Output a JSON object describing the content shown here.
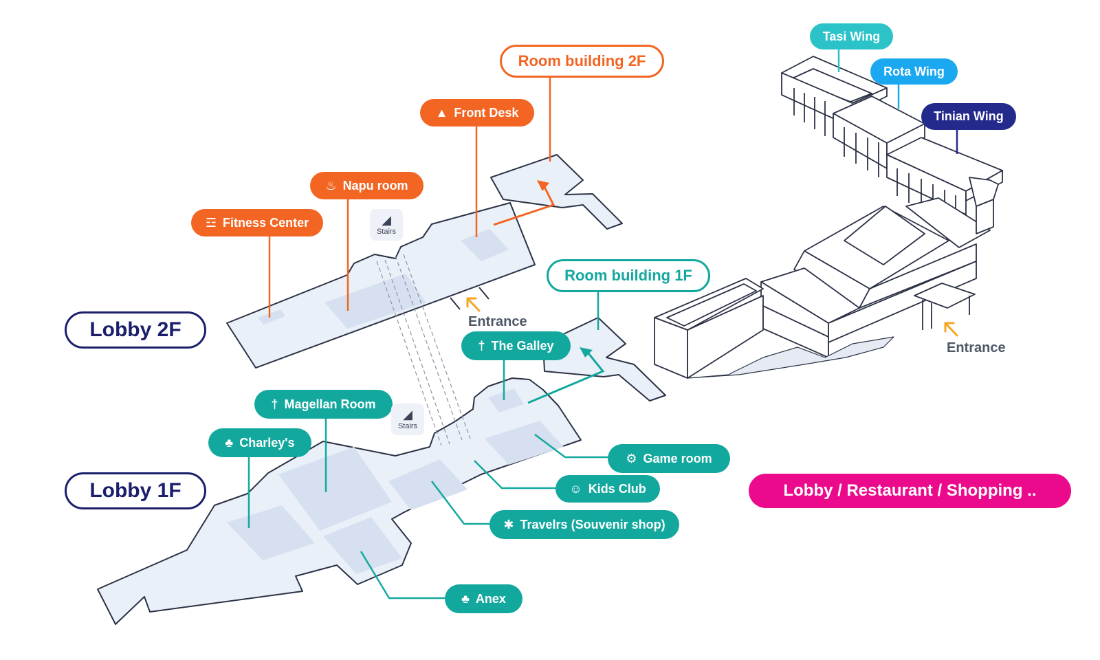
{
  "colors": {
    "orange": "#f26522",
    "teal": "#13a89e",
    "navy": "#1b1f6b",
    "floor_fill": "#eaf0f8",
    "floor_stroke": "#2b3245",
    "tasi": "#2cc3c8",
    "rota": "#1aa8f0",
    "tinian": "#232a8c",
    "magenta": "#ec0a8c",
    "arrow": "#f5a623"
  },
  "floors": {
    "lobby_2f": "Lobby 2F",
    "lobby_1f": "Lobby 1F"
  },
  "room_buildings": {
    "second_floor": "Room building 2F",
    "first_floor": "Room building 1F"
  },
  "labels_2f": [
    {
      "key": "fitness",
      "label": "Fitness Center",
      "icon": "treadmill-icon"
    },
    {
      "key": "napu",
      "label": "Napu room",
      "icon": "spa-icon"
    },
    {
      "key": "front_desk",
      "label": "Front Desk",
      "icon": "reception-icon"
    }
  ],
  "labels_1f": [
    {
      "key": "galley",
      "label": "The Galley",
      "icon": "fork-knife-icon"
    },
    {
      "key": "magellan",
      "label": "Magellan Room",
      "icon": "fork-knife-icon"
    },
    {
      "key": "charleys",
      "label": "Charley's",
      "icon": "bar-icon"
    },
    {
      "key": "game",
      "label": "Game room",
      "icon": "gamepad-icon"
    },
    {
      "key": "kids",
      "label": "Kids Club",
      "icon": "child-face-icon"
    },
    {
      "key": "travelrs",
      "label": "Travelrs (Souvenir shop)",
      "icon": "gift-icon"
    },
    {
      "key": "anex",
      "label": "Anex",
      "icon": "bar-icon"
    }
  ],
  "wings": [
    {
      "key": "tasi",
      "label": "Tasi Wing"
    },
    {
      "key": "rota",
      "label": "Rota Wing"
    },
    {
      "key": "tinian",
      "label": "Tinian Wing"
    }
  ],
  "stairs_label": "Stairs",
  "entrance_label": "Entrance",
  "category": "Lobby / Restaurant / Shopping .."
}
